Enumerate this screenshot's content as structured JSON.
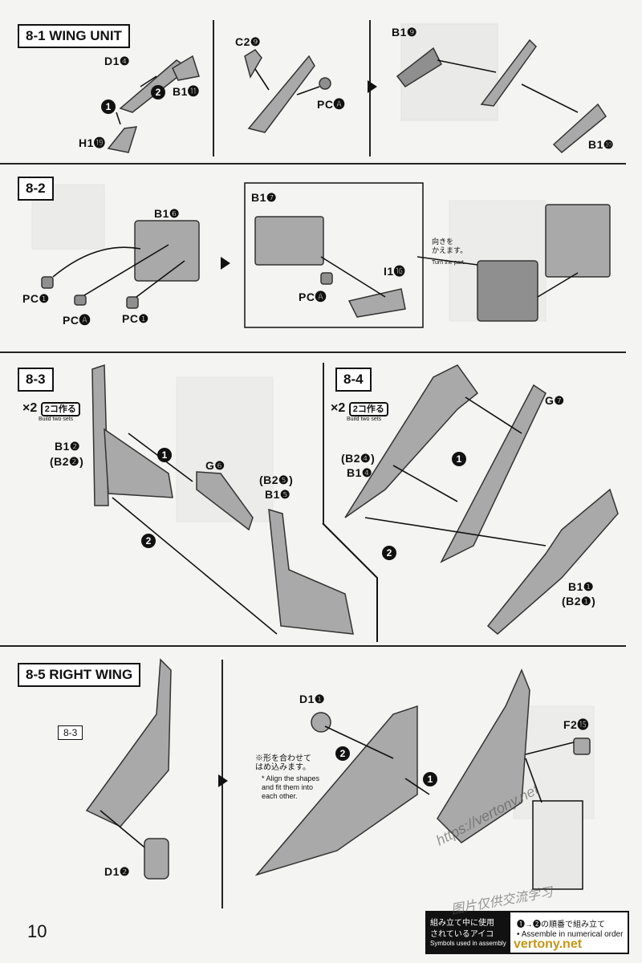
{
  "steps": {
    "s81": {
      "title": "8-1 WING UNIT",
      "labels": [
        "D1❹",
        "B1⓫",
        "H1⓳",
        "C2❾",
        "PC🅐",
        "B1❾",
        "B1❿"
      ]
    },
    "s82": {
      "title": "8-2",
      "labels": [
        "B1❻",
        "PC❶",
        "PC🅐",
        "PC❶",
        "B1❼",
        "I1⓰",
        "PC🅐"
      ],
      "note_jp": "向きを\nかえます。",
      "note_en": "Turn the part."
    },
    "s83": {
      "title": "8-3",
      "mult": "×2",
      "tag": "2コ作る",
      "tag_en": "Build two sets",
      "labels": [
        "B1❷",
        "(B2❷)",
        "G❻",
        "(B2❺)",
        "B1❺"
      ]
    },
    "s84": {
      "title": "8-4",
      "mult": "×2",
      "tag": "2コ作る",
      "tag_en": "Build two sets",
      "labels": [
        "(B2❹)",
        "B1❹",
        "G❼",
        "B1❶",
        "(B2❶)"
      ]
    },
    "s85": {
      "title": "8-5 RIGHT WING",
      "ref": "8-3",
      "labels": [
        "D1❷",
        "D1❶",
        "F2⓯"
      ],
      "note_jp": "※形を合わせて\nはめ込みます。",
      "note_en": "* Align the shapes\nand fit them into\neach other."
    }
  },
  "footer": {
    "page_number": "10",
    "legend_jp1": "組み立て中に使用",
    "legend_jp2": "されているアイコ",
    "legend_en": "Symbols used in assembly",
    "legend_right1": "❶→❷の順番で組み立て",
    "legend_right2": "• Assemble in numerical order"
  },
  "watermark": {
    "url": "https://vertony.net",
    "brand": "vertony.net",
    "cn": "图片仅供交流学习"
  }
}
